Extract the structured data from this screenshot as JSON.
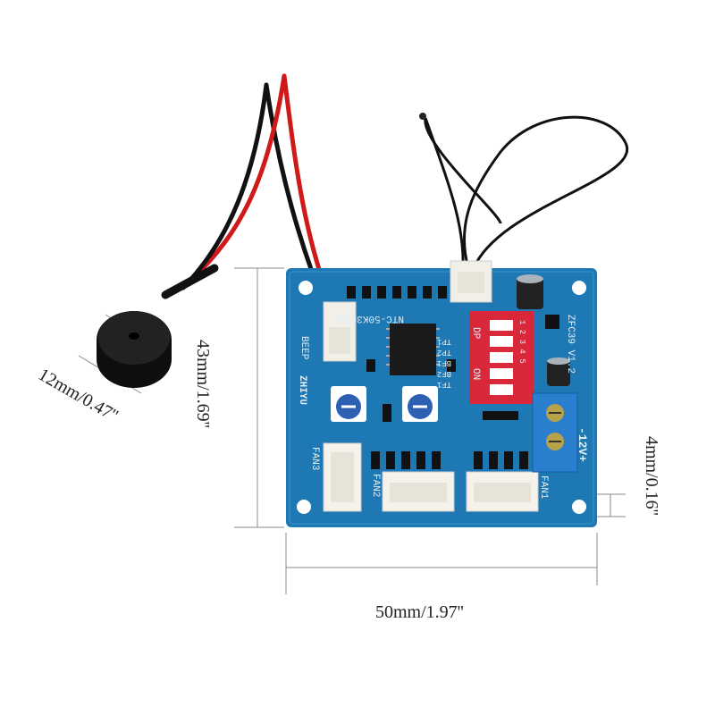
{
  "product_photo": {
    "dimensions": {
      "width": "50mm/1.97''",
      "height": "43mm/1.69''",
      "buzzer": "12mm/0.47''",
      "hole_margin": "4mm/0.16''"
    },
    "board_labels": {
      "model": "ZFC39 V1.2",
      "sensor_spec": "NTC-50K3950",
      "beep": "BEEP",
      "fan1": "FAN1",
      "fan2": "FAN2",
      "fan3": "FAN3",
      "power": "-12V+",
      "brand": "ZHIYU",
      "dip_header": "DP",
      "dip_on": "ON",
      "dip_numbers": "1 2 3 4 5",
      "settings": [
        "TP1",
        "TP2",
        "BF1",
        "BF2",
        "TF1"
      ]
    },
    "colors": {
      "pcb": "#1e78b4",
      "dip_switch": "#d8283a",
      "terminal_block": "#2a7fcf",
      "wire_red": "#d01a1a",
      "wire_black": "#111111"
    }
  }
}
